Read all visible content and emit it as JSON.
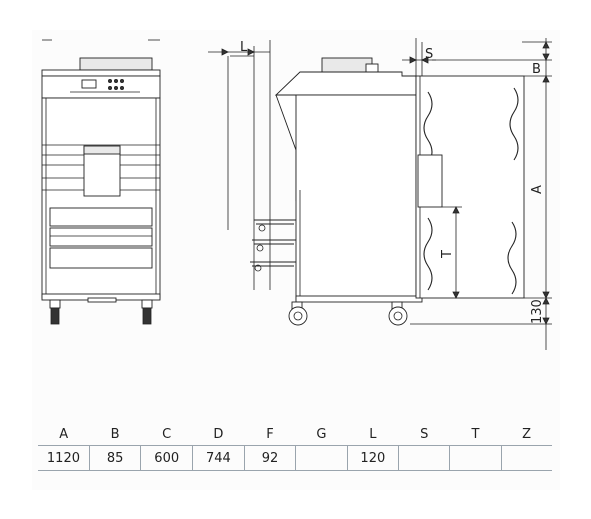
{
  "drawing_labels": {
    "l": "L",
    "s": "S",
    "b": "B",
    "a": "A",
    "t": "T",
    "base": "130"
  },
  "table": {
    "headers": [
      "A",
      "B",
      "C",
      "D",
      "F",
      "G",
      "L",
      "S",
      "T",
      "Z"
    ],
    "values": [
      "1120",
      "85",
      "600",
      "744",
      "92",
      "",
      "120",
      "",
      "",
      ""
    ]
  }
}
